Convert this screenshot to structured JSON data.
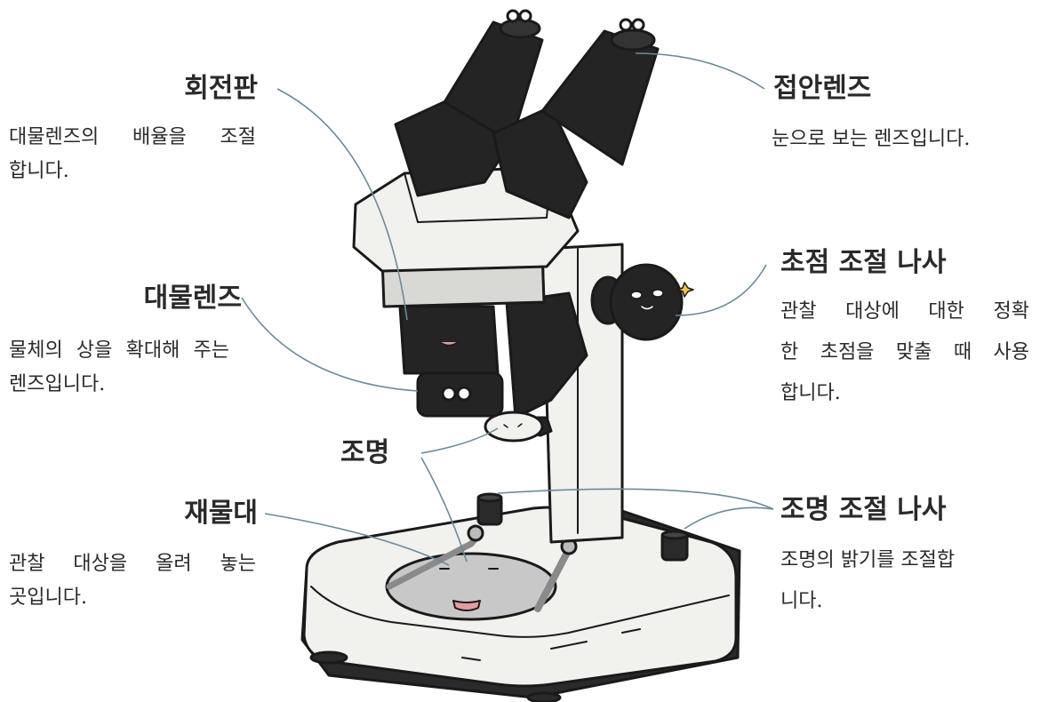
{
  "parts": {
    "rotating_plate": {
      "title": "회전판",
      "desc": [
        "대물렌즈의 배율을 조절",
        "합니다."
      ]
    },
    "objective_lens": {
      "title": "대물렌즈",
      "desc": [
        "물체의 상을 확대해 주는",
        "렌즈입니다."
      ]
    },
    "stage": {
      "title": "재물대",
      "desc": [
        "관찰 대상을 올려 놓는",
        "곳입니다."
      ]
    },
    "lighting": {
      "title": "조명"
    },
    "eyepiece": {
      "title": "접안렌즈",
      "desc": [
        "눈으로 보는 렌즈입니다."
      ]
    },
    "focus_knob": {
      "title": "초점 조절 나사",
      "desc": [
        "관찰 대상에 대한 정확",
        "한 초점을 맞출 때 사용",
        "합니다."
      ]
    },
    "light_knob": {
      "title": "조명 조절 나사",
      "desc": [
        "조명의 밝기를 조절합",
        "니다."
      ]
    }
  },
  "colors": {
    "line": "#6b8a9a",
    "body": "#f1f1ee",
    "dark": "#242424",
    "outline": "#1a1a1a"
  }
}
